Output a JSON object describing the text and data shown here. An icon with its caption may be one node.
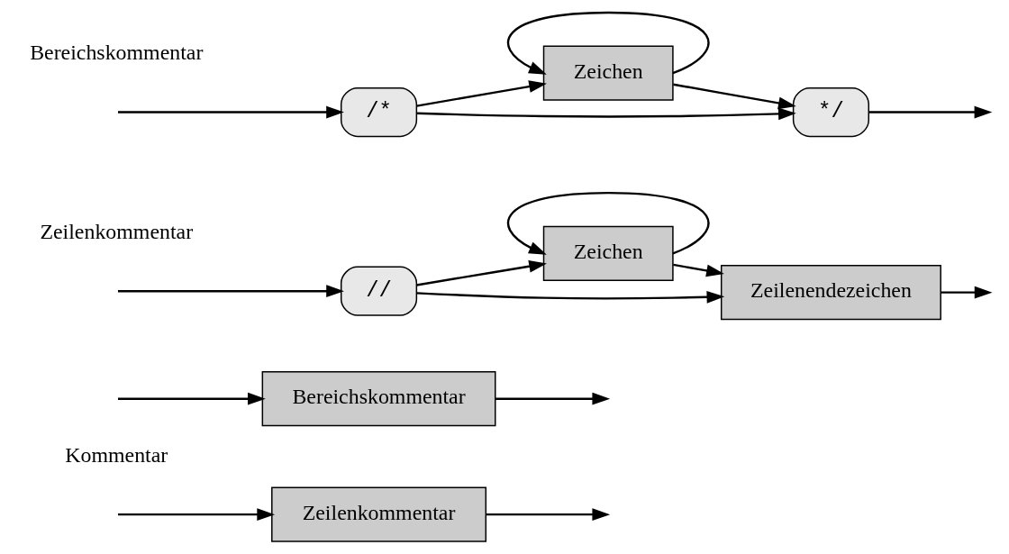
{
  "diagram": {
    "nodes": [
      {
        "text": [
          "Zeilenkommentar"
        ]
      },
      {
        "text": [
          "Bereichskommentar"
        ]
      },
      {
        "text": [
          "//"
        ]
      },
      {
        "text": [
          "Zeichen"
        ]
      },
      {
        "text": [
          "Zeilenendezeichen"
        ]
      },
      {
        "text": [
          "/*"
        ]
      },
      {
        "text": [
          "Zeichen"
        ]
      },
      {
        "text": [
          "*/"
        ]
      }
    ],
    "edges": [
      {
        "from": null,
        "to": 0,
        "arrow": "to"
      },
      {
        "from": null,
        "to": 1,
        "arrow": "to"
      },
      {
        "from": 0,
        "to": null,
        "arrow": "to"
      },
      {
        "from": 1,
        "to": null,
        "arrow": "to"
      },
      {
        "from": null,
        "to": 2,
        "arrow": "to"
      },
      {
        "from": 2,
        "to": 3,
        "arrow": "to"
      },
      {
        "from": 3,
        "to": 3,
        "arrow": "to"
      },
      {
        "from": 2,
        "to": 4,
        "arrow": "to"
      },
      {
        "from": 3,
        "to": 4,
        "arrow": "to"
      },
      {
        "from": 4,
        "to": null,
        "arrow": "to"
      },
      {
        "from": null,
        "to": 5,
        "arrow": "to"
      },
      {
        "from": 5,
        "to": 6,
        "arrow": "to"
      },
      {
        "from": 6,
        "to": 6,
        "arrow": "to"
      },
      {
        "from": 5,
        "to": 7,
        "arrow": "to"
      },
      {
        "from": 6,
        "to": 7,
        "arrow": "to"
      },
      {
        "from": 7,
        "to": null,
        "arrow": "to"
      }
    ],
    "labels": [
      "Kommentar",
      "Zeilenkommentar",
      "Bereichskommentar"
    ]
  }
}
